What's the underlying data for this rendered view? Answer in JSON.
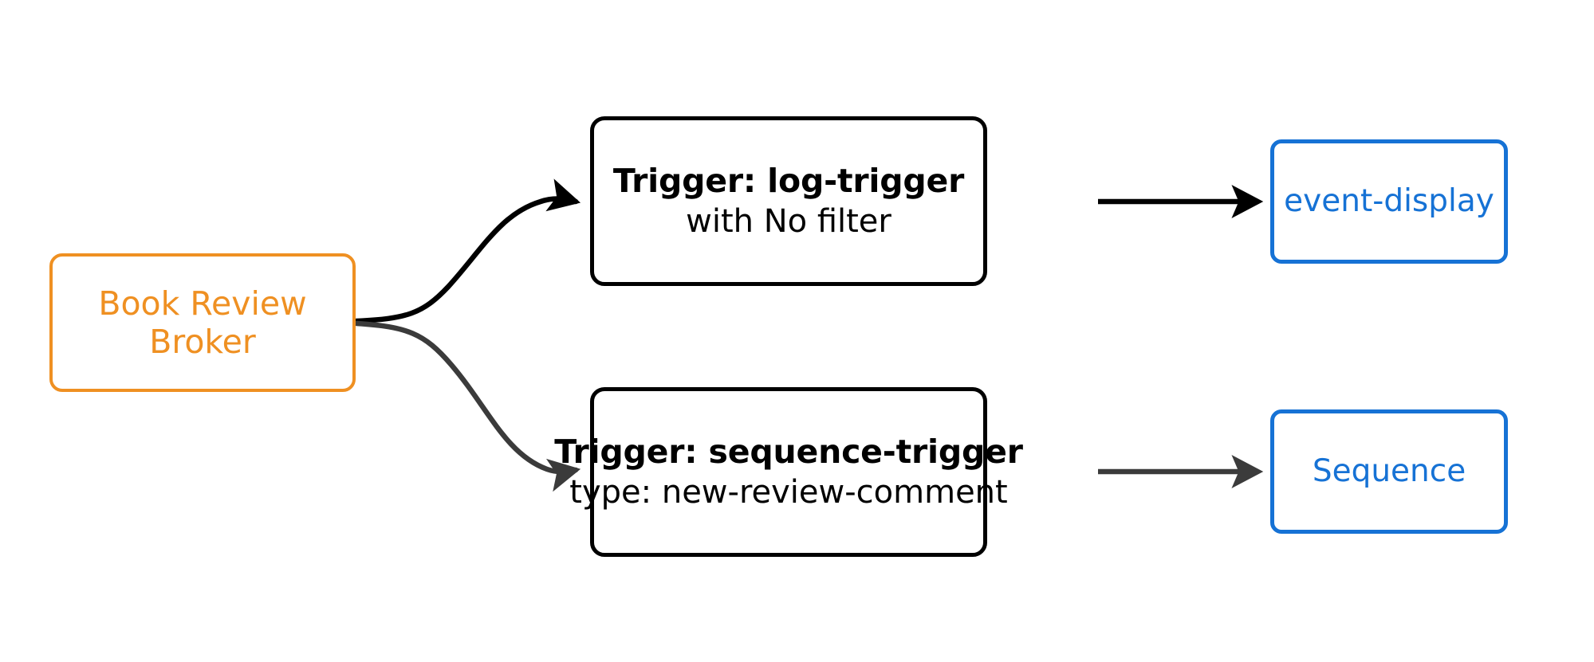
{
  "diagram": {
    "type": "flow-diagram",
    "background_color": "#ffffff",
    "nodes": [
      {
        "id": "broker",
        "label_lines": [
          "Book Review",
          "Broker"
        ],
        "shape": "rounded-rectangle",
        "border_color": "#ef9022",
        "text_color": "#ef9022",
        "fill_color": "#ffffff"
      },
      {
        "id": "log-trigger",
        "title": "Trigger: log-trigger",
        "subtitle": "with No filter",
        "shape": "rounded-rectangle",
        "border_color": "#000000",
        "text_color": "#000000",
        "fill_color": "#ffffff"
      },
      {
        "id": "sequence-trigger",
        "title": "Trigger: sequence-trigger",
        "subtitle": "type: new-review-comment",
        "shape": "rounded-rectangle",
        "border_color": "#000000",
        "text_color": "#000000",
        "fill_color": "#ffffff"
      },
      {
        "id": "event-display",
        "label": "event-display",
        "shape": "rounded-rectangle",
        "border_color": "#1672d5",
        "text_color": "#1672d5",
        "fill_color": "#ffffff"
      },
      {
        "id": "sequence",
        "label": "Sequence",
        "shape": "rounded-rectangle",
        "border_color": "#1672d5",
        "text_color": "#1672d5",
        "fill_color": "#ffffff"
      }
    ],
    "edges": [
      {
        "id": "broker-to-log-trigger",
        "from": "broker",
        "to": "log-trigger",
        "style": "curved",
        "arrow": "filled-triangle",
        "color": "#000000",
        "label": ""
      },
      {
        "id": "broker-to-sequence-trigger",
        "from": "broker",
        "to": "sequence-trigger",
        "style": "curved",
        "arrow": "filled-triangle",
        "color": "#3b3b3b",
        "label": ""
      },
      {
        "id": "log-trigger-to-event-display",
        "from": "log-trigger",
        "to": "event-display",
        "style": "straight",
        "arrow": "filled-triangle",
        "color": "#000000",
        "label": ""
      },
      {
        "id": "sequence-trigger-to-sequence",
        "from": "sequence-trigger",
        "to": "sequence",
        "style": "straight",
        "arrow": "filled-triangle",
        "color": "#3b3b3b",
        "label": ""
      }
    ],
    "palette": {
      "orange": "#ef9022",
      "blue": "#1672d5",
      "black": "#000000",
      "gray": "#3b3b3b",
      "white": "#ffffff"
    }
  }
}
